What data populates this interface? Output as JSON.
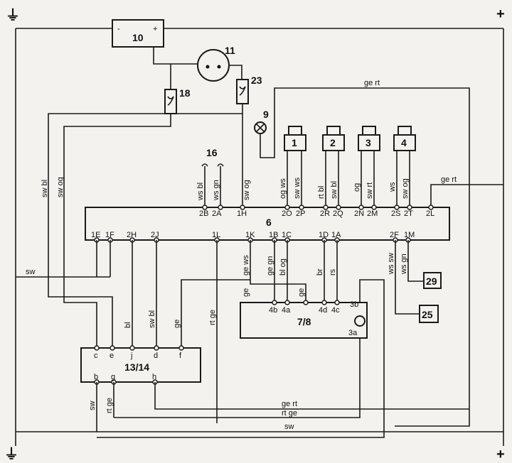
{
  "rails": {
    "ground_top": "⏚",
    "plus_top": "+",
    "ground_bottom": "⏚",
    "plus_bottom": "+"
  },
  "components": {
    "c10": "10",
    "c10_minus": "-",
    "c10_plus": "+",
    "c11": "11",
    "c18": "18",
    "c23": "23",
    "c9": "9",
    "c16": "16",
    "c6": "6",
    "c78": "7/8",
    "c1314": "13/14",
    "c29": "29",
    "c25": "25",
    "inj1": "1",
    "inj2": "2",
    "inj3": "3",
    "inj4": "4"
  },
  "pins_top": [
    "2B",
    "2A",
    "1H",
    "2O",
    "2P",
    "2R",
    "2Q",
    "2N",
    "2M",
    "2S",
    "2T",
    "2L"
  ],
  "pins_bottom": [
    "1E",
    "1F",
    "2H",
    "2J",
    "1L",
    "1K",
    "1B",
    "1C",
    "1D",
    "1A",
    "2F",
    "1M"
  ],
  "pins_78": [
    "4b",
    "4a",
    "4d",
    "4c",
    "3b",
    "3a"
  ],
  "pins_1314_top": [
    "c",
    "e",
    "j",
    "d",
    "f"
  ],
  "pins_1314_bottom": [
    "b",
    "g",
    "h"
  ],
  "wires": {
    "sw_bl": "sw bl",
    "sw_og": "sw og",
    "ws_bl": "ws bl",
    "ws_gn": "ws gn",
    "sw_og_1h": "sw og",
    "og_ws": "og ws",
    "sw_ws": "sw ws",
    "rt_bl": "rt bl",
    "sw_bl_2q": "sw bl",
    "og": "og",
    "sw_rt": "sw rt",
    "ws": "ws",
    "sw_og_2t": "sw og",
    "ge_rt_top": "ge rt",
    "ge_rt_right": "ge rt",
    "sw_mid": "sw",
    "bl": "bl",
    "sw_bl_d": "sw bl",
    "ge_f": "ge",
    "rt_ge_1l": "rt ge",
    "ge_ws": "ge ws",
    "ge_gn": "ge gn",
    "bl_og": "bl og",
    "br": "br",
    "rs": "rs",
    "ws_sw": "ws sw",
    "ws_gn_1m": "ws gn",
    "ge_left": "ge",
    "ge_right": "ge",
    "sw_b": "sw",
    "rt_ge_g": "rt ge",
    "ge_rt_bottom": "ge rt",
    "rt_ge_bottom": "rt ge",
    "sw_bottom": "sw"
  }
}
